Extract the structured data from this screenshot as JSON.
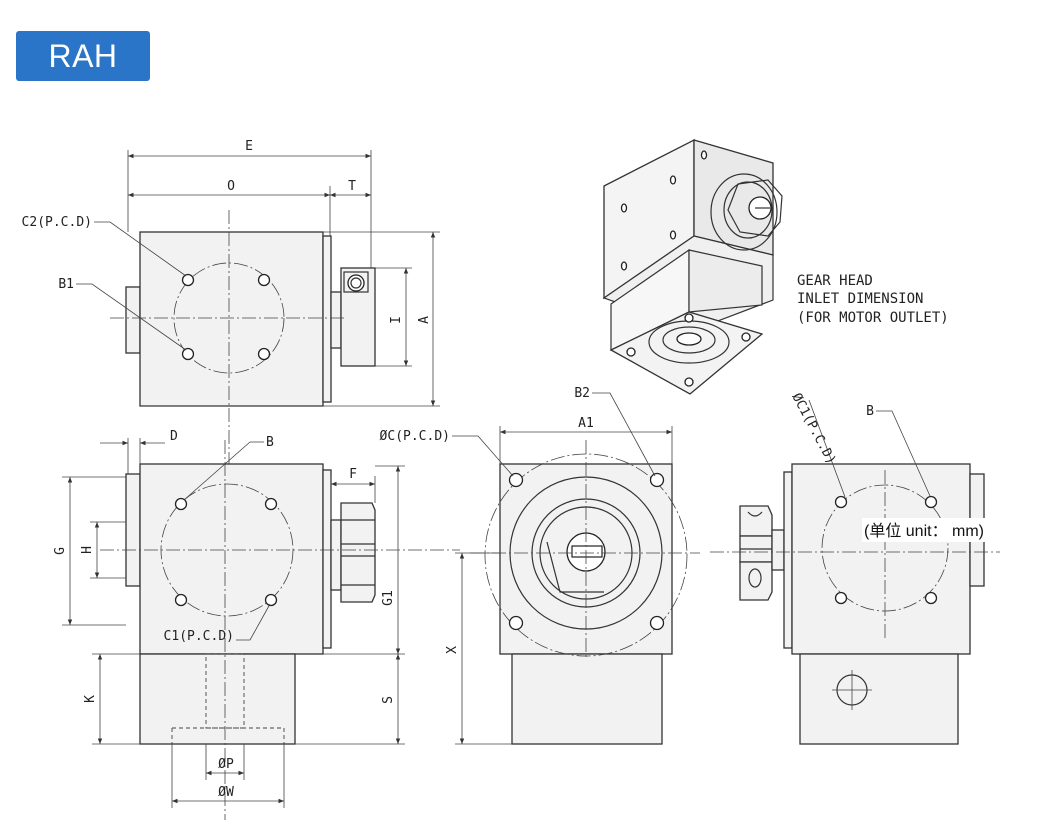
{
  "badge": {
    "label": "RAH",
    "color": "#2a75c8"
  },
  "top_view": {
    "dims": {
      "E": "E",
      "O": "O",
      "T": "T",
      "A": "A",
      "I": "I"
    },
    "labels": {
      "c2": "C2(P.C.D)",
      "b1": "B1"
    }
  },
  "front_view": {
    "dims": {
      "D": "D",
      "F": "F",
      "G": "G",
      "H": "H",
      "G1": "G1",
      "S": "S",
      "K": "K",
      "P": "ØP",
      "W": "ØW"
    },
    "labels": {
      "b": "B",
      "c1": "C1(P.C.D)"
    }
  },
  "flange_view": {
    "dims": {
      "A1": "A1",
      "X": "X"
    },
    "labels": {
      "c": "ØC(P.C.D)",
      "b2": "B2"
    }
  },
  "side_view": {
    "labels": {
      "c1": "ØC1(P.C.D)",
      "b": "B"
    }
  },
  "iso_caption": [
    "GEAR HEAD",
    "INLET DIMENSION",
    "(FOR MOTOR OUTLET)"
  ],
  "unit_note": "(单位 unit： mm)"
}
